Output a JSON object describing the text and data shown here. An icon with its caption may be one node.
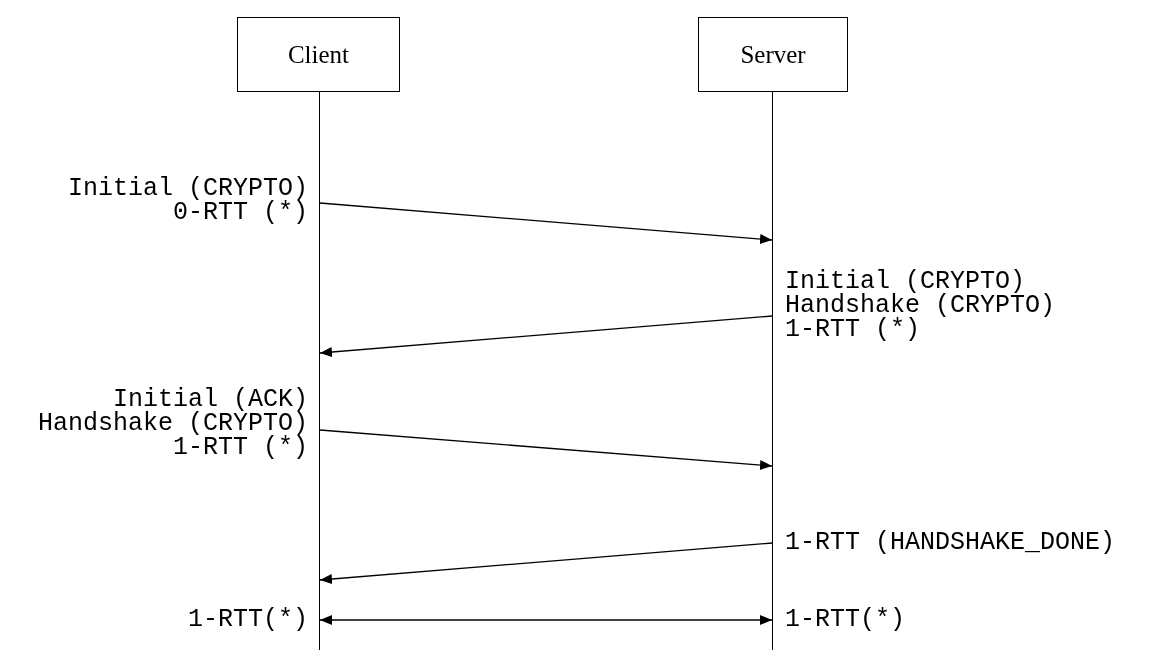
{
  "diagram": {
    "nodes": [
      {
        "text": [
          "Client"
        ]
      },
      {
        "text": [
          "Server"
        ]
      },
      {
        "text": [],
        "shape": "bar"
      },
      {
        "text": [],
        "shape": "bar"
      }
    ],
    "edges": [
      {
        "from": 2,
        "to": 3,
        "arrow": "to",
        "label": "Initial (CRYPTO) 0-RTT (*)"
      },
      {
        "from": 3,
        "to": 2,
        "arrow": "to",
        "label": "Initial (CRYPTO) Handshake (CRYPTO) 1-RTT (*)"
      },
      {
        "from": 2,
        "to": 3,
        "arrow": "to",
        "label": "Initial (ACK) Handshake (CRYPTO) 1-RTT (*)"
      },
      {
        "from": 3,
        "to": 2,
        "arrow": "to",
        "label": "1-RTT (HANDSHAKE_DONE)"
      },
      {
        "from": 2,
        "to": 3,
        "arrow": "both",
        "label": "1-RTT(*)"
      }
    ],
    "labels": [
      "1-RTT(*)"
    ]
  }
}
